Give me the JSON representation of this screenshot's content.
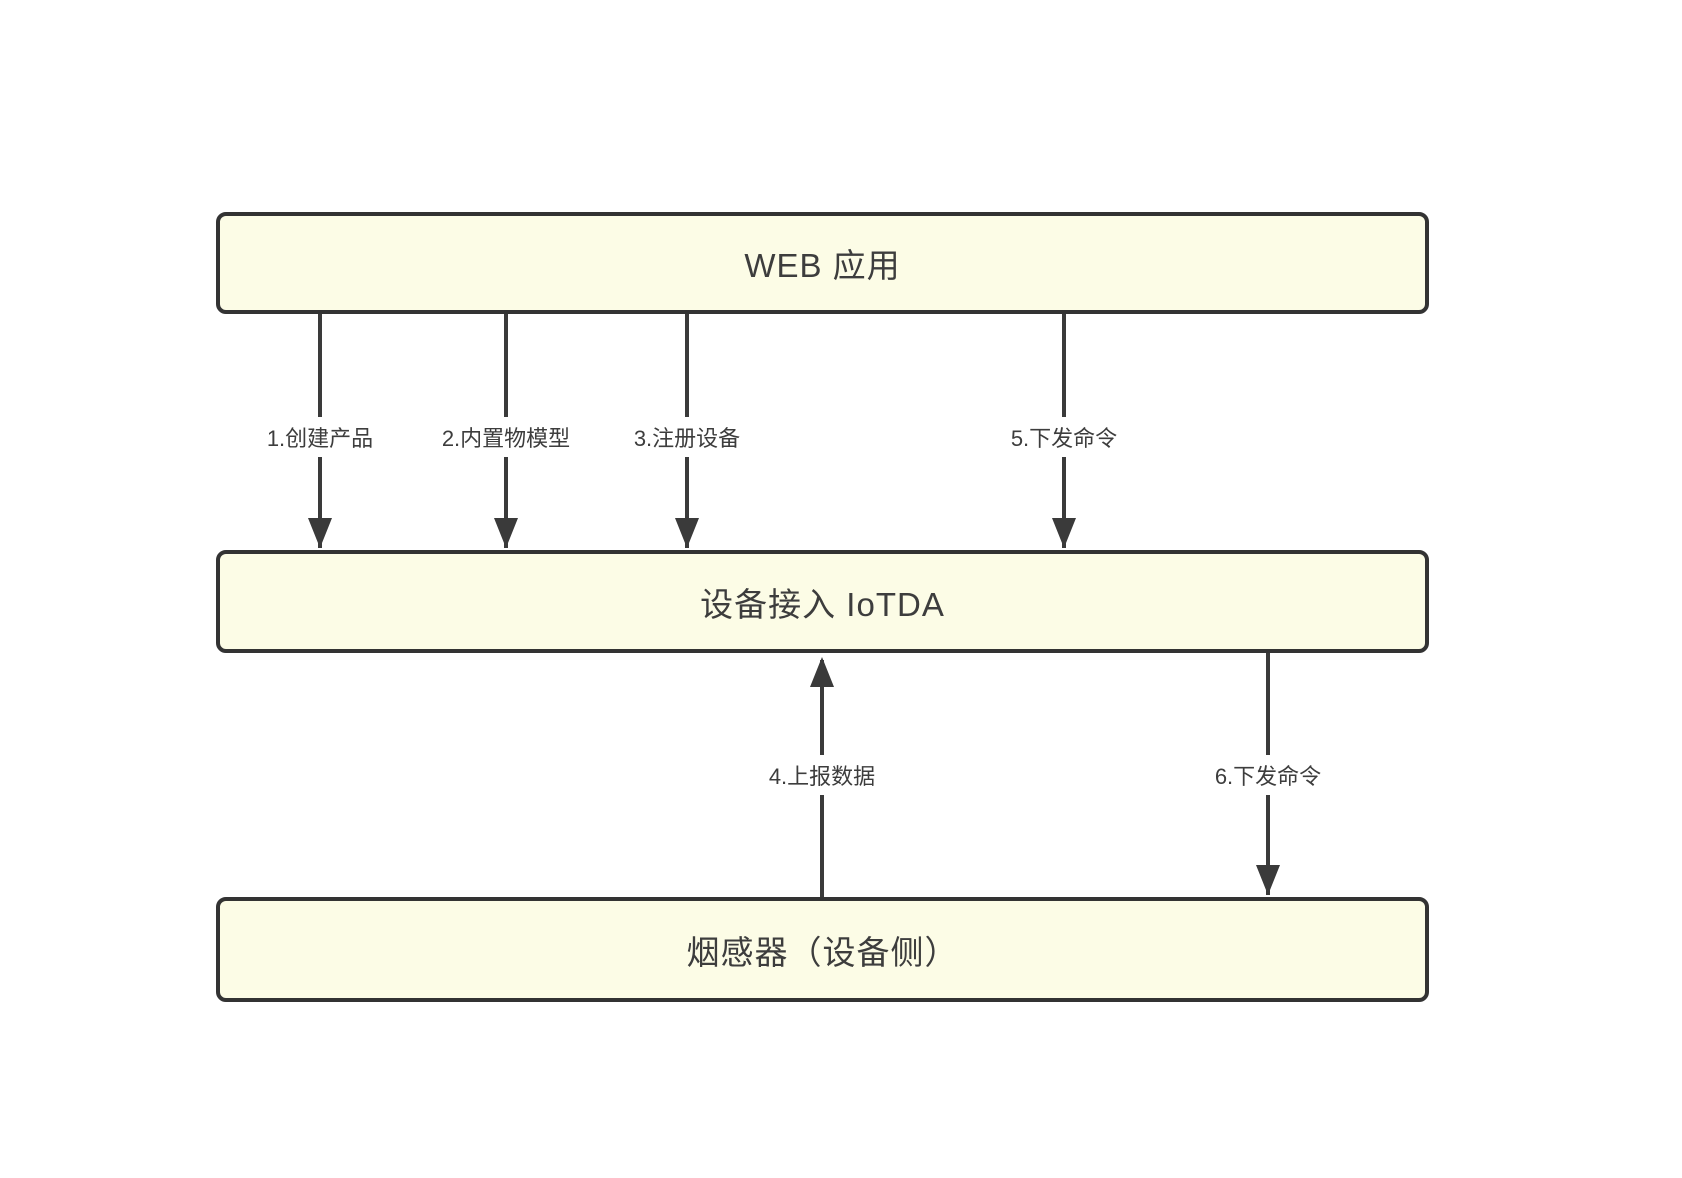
{
  "diagram": {
    "nodes": [
      {
        "id": "web-app",
        "label": "WEB 应用"
      },
      {
        "id": "iotda",
        "label": "设备接入 IoTDA"
      },
      {
        "id": "smoke-sensor",
        "label": "烟感器（设备侧）"
      }
    ],
    "arrows": [
      {
        "id": "1",
        "label": "1.创建产品",
        "from": "web-app",
        "to": "iotda",
        "direction": "down"
      },
      {
        "id": "2",
        "label": "2.内置物模型",
        "from": "web-app",
        "to": "iotda",
        "direction": "down"
      },
      {
        "id": "3",
        "label": "3.注册设备",
        "from": "web-app",
        "to": "iotda",
        "direction": "down"
      },
      {
        "id": "4",
        "label": "4.上报数据",
        "from": "smoke-sensor",
        "to": "iotda",
        "direction": "up"
      },
      {
        "id": "5",
        "label": "5.下发命令",
        "from": "web-app",
        "to": "iotda",
        "direction": "down"
      },
      {
        "id": "6",
        "label": "6.下发命令",
        "from": "iotda",
        "to": "smoke-sensor",
        "direction": "down"
      }
    ],
    "colors": {
      "background": "#FFFFFF",
      "node_fill": "#FCFCE6",
      "node_border": "#333333",
      "arrow": "#3A3A3A",
      "text": "#3D3D3D"
    }
  }
}
